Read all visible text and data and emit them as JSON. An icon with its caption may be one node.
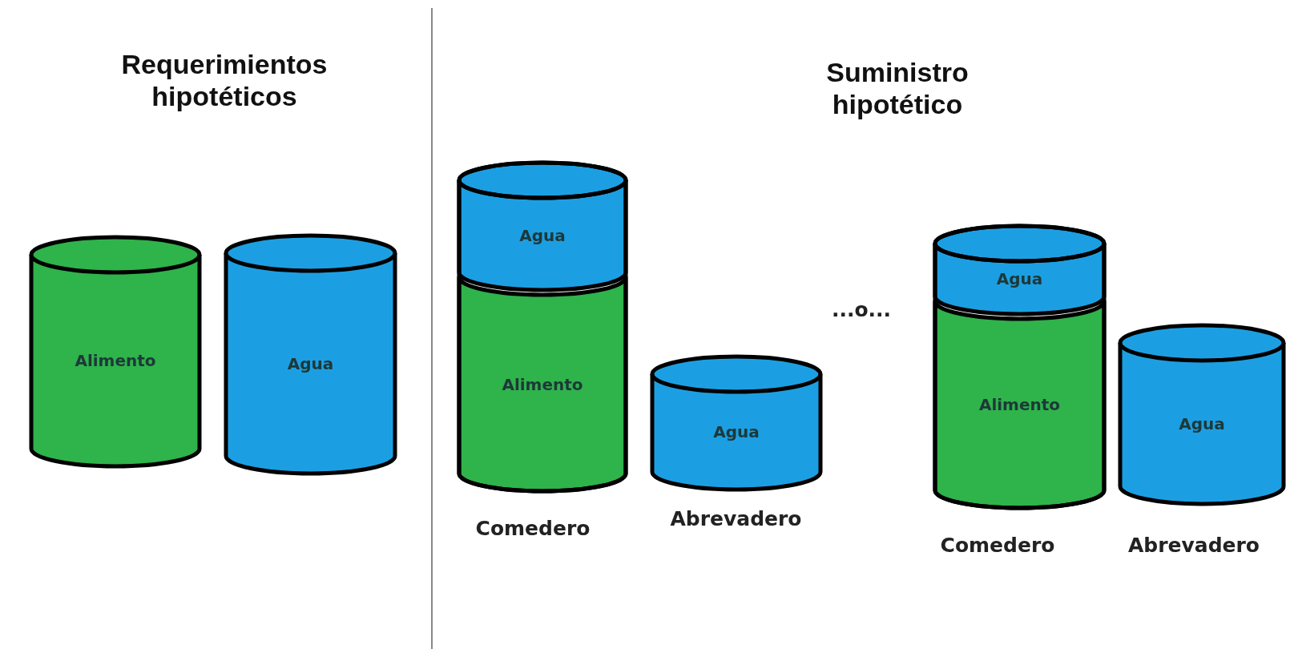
{
  "diagram": {
    "nodes": [
      {
        "text": [
          "Alimento"
        ]
      },
      {
        "text": [
          "Agua"
        ]
      },
      {
        "text": [],
        "shape": "cylinder",
        "beside": [
          "Comedero"
        ]
      },
      {
        "text": [
          "Agua"
        ],
        "in": 2
      },
      {
        "text": [
          "Alimento"
        ],
        "in": 2
      },
      {
        "text": [
          "Agua"
        ],
        "beside": [
          "Abrevadero"
        ]
      },
      {
        "text": [],
        "shape": "cylinder",
        "beside": [
          "Comedero"
        ]
      },
      {
        "text": [
          "Agua"
        ],
        "in": 6
      },
      {
        "text": [
          "Alimento"
        ],
        "in": 6
      },
      {
        "text": [
          "Agua"
        ],
        "beside": [
          "Abrevadero"
        ]
      }
    ],
    "labels": [
      "Requerimientos hipotéticos",
      "Suministro hipotético",
      "...o..."
    ]
  }
}
